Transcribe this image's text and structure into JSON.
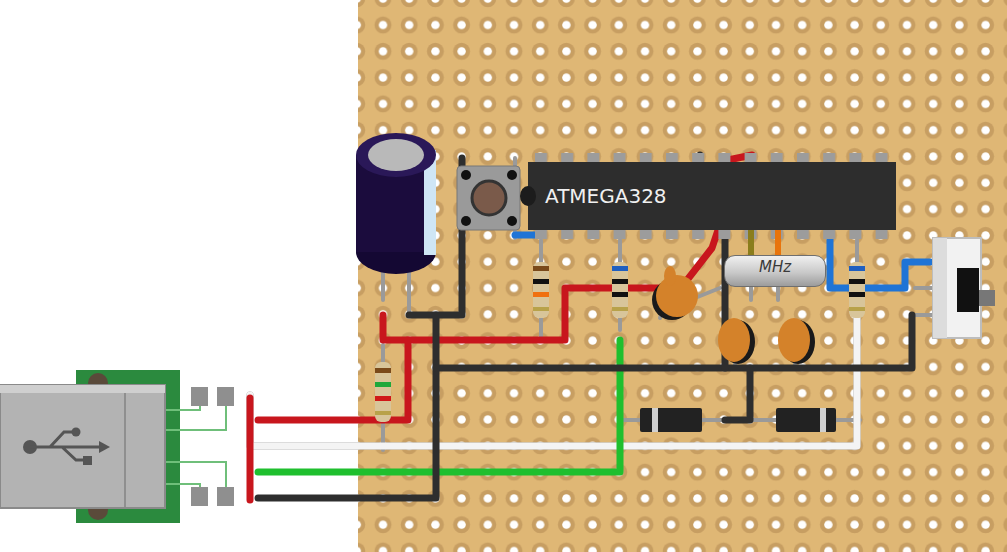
{
  "diagram": {
    "nodes": [
      {
        "text": [
          "ATMEGA328"
        ]
      },
      {
        "text": [
          "MHz"
        ]
      }
    ],
    "edges": [
      {
        "from": 0,
        "to": 1,
        "arrow": "none"
      },
      {
        "from": 0,
        "to": 1,
        "arrow": "none"
      }
    ]
  }
}
